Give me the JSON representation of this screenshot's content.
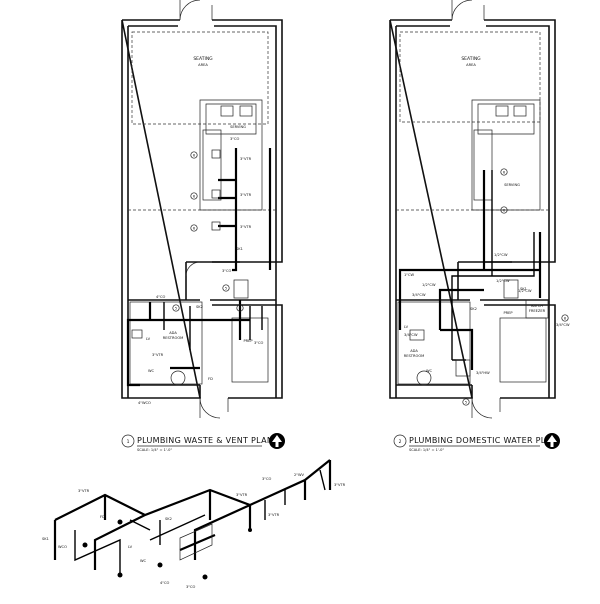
{
  "plan1": {
    "number": "1",
    "title": "PLUMBING WASTE & VENT PLAN",
    "scale": "SCALE: 1/4\" = 1'-0\"",
    "rooms": {
      "seating": "SEATING",
      "seating_sub": "AREA",
      "serving": "SERVING",
      "restroom": "ADA",
      "restroom_sub": "RESTROOM",
      "prep": "PREP"
    },
    "fixtures": [
      "SK1",
      "SK2",
      "LV",
      "WC",
      "FD",
      "CO",
      "SK1"
    ],
    "pipe_sizes": [
      "3\"CO",
      "3\"VTR",
      "3\"VTR",
      "3\"VTR",
      "3\"CO",
      "4\"CO",
      "3\"VTR",
      "4\"CO",
      "3\"CO",
      "4\"WCO"
    ],
    "callouts": [
      "6",
      "6",
      "6",
      "5",
      "5",
      "5"
    ]
  },
  "plan2": {
    "number": "2",
    "title": "PLUMBING DOMESTIC WATER PLAN",
    "scale": "SCALE: 1/4\" = 1'-0\"",
    "rooms": {
      "seating": "SEATING",
      "seating_sub": "AREA",
      "serving": "SERVING",
      "restroom": "ADA",
      "restroom_sub": "RESTROOM",
      "prep": "PREP",
      "freezer": "BATCH",
      "freezer_sub": "FREEZER"
    },
    "fixtures": [
      "SK2",
      "WC",
      "LV",
      "SK1"
    ],
    "pipe_sizes": [
      "1/2\"CW",
      "1/2\"CW",
      "3/4\"CW",
      "3/4\"HW",
      "1/2\"CW",
      "3/4\"CW",
      "1/2\"CW",
      "3/4\"HW",
      "3/4\"CW",
      "1\"CW"
    ],
    "callouts": [
      "6",
      "6",
      "8",
      "5"
    ]
  },
  "isometric": {
    "labels": [
      "SK1",
      "WCO",
      "3\"VTR",
      "FD",
      "LV",
      "WC",
      "SK2",
      "4\"CO",
      "3\"CO",
      "3\"VTR",
      "3\"VTR",
      "3\"CO",
      "2\"WV",
      "3\"VTR"
    ]
  },
  "icons": [
    "north-arrow-icon",
    "door-swing-icon",
    "callout-circle-icon"
  ]
}
